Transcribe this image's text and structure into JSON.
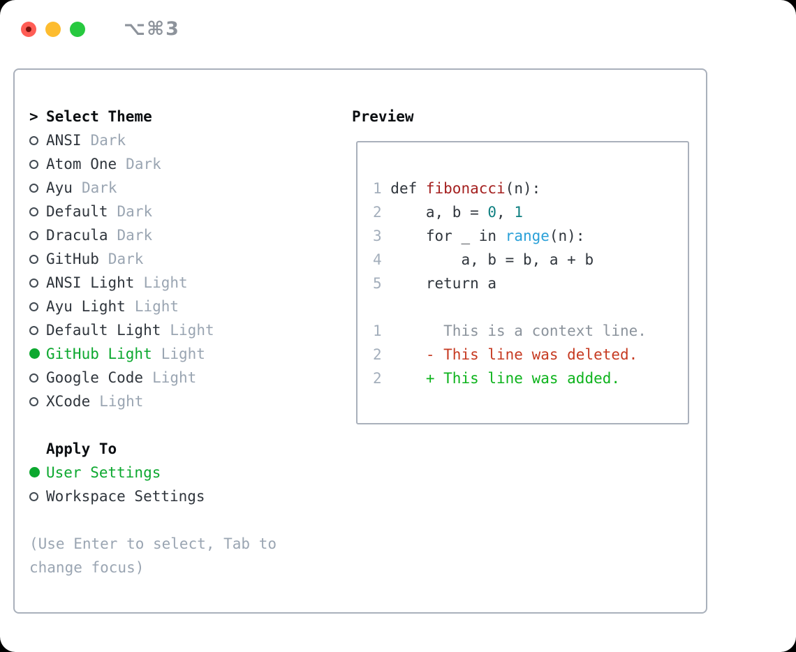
{
  "window": {
    "title": "⌥⌘3",
    "traffic_lights": [
      "close",
      "minimize",
      "zoom"
    ]
  },
  "left_panel": {
    "header": {
      "prefix": ">",
      "label": "Select Theme"
    },
    "themes": [
      {
        "name": "ANSI",
        "variant": "Dark",
        "selected": false
      },
      {
        "name": "Atom One",
        "variant": "Dark",
        "selected": false
      },
      {
        "name": "Ayu",
        "variant": "Dark",
        "selected": false
      },
      {
        "name": "Default",
        "variant": "Dark",
        "selected": false
      },
      {
        "name": "Dracula",
        "variant": "Dark",
        "selected": false
      },
      {
        "name": "GitHub",
        "variant": "Dark",
        "selected": false
      },
      {
        "name": "ANSI Light",
        "variant": "Light",
        "selected": false
      },
      {
        "name": "Ayu Light",
        "variant": "Light",
        "selected": false
      },
      {
        "name": "Default Light",
        "variant": "Light",
        "selected": false
      },
      {
        "name": "GitHub Light",
        "variant": "Light",
        "selected": true
      },
      {
        "name": "Google Code",
        "variant": "Light",
        "selected": false
      },
      {
        "name": "XCode",
        "variant": "Light",
        "selected": false
      }
    ],
    "apply_to": {
      "header": "Apply To",
      "options": [
        {
          "name": "User Settings",
          "selected": true
        },
        {
          "name": "Workspace Settings",
          "selected": false
        }
      ]
    },
    "help_lines": [
      "(Use Enter to select, Tab to",
      "change focus)"
    ]
  },
  "preview": {
    "header": "Preview",
    "lines": [
      [
        {
          "text": "1 ",
          "style": "linenum"
        },
        {
          "text": "def ",
          "style": "code"
        },
        {
          "text": "fibonacci",
          "style": "function"
        },
        {
          "text": "(n):",
          "style": "code"
        }
      ],
      [
        {
          "text": "2 ",
          "style": "linenum"
        },
        {
          "text": "    a, b = ",
          "style": "code"
        },
        {
          "text": "0",
          "style": "number"
        },
        {
          "text": ", ",
          "style": "code"
        },
        {
          "text": "1",
          "style": "number"
        }
      ],
      [
        {
          "text": "3 ",
          "style": "linenum"
        },
        {
          "text": "    for _ in ",
          "style": "code"
        },
        {
          "text": "range",
          "style": "builtin"
        },
        {
          "text": "(n):",
          "style": "code"
        }
      ],
      [
        {
          "text": "4 ",
          "style": "linenum"
        },
        {
          "text": "        a, b = b, a + b",
          "style": "code"
        }
      ],
      [
        {
          "text": "5 ",
          "style": "linenum"
        },
        {
          "text": "    return a",
          "style": "code"
        }
      ],
      [],
      [
        {
          "text": "1",
          "style": "linenum"
        },
        {
          "text": "       This is a context line.",
          "style": "context"
        }
      ],
      [
        {
          "text": "2",
          "style": "linenum"
        },
        {
          "text": "     ",
          "style": "code"
        },
        {
          "text": "- This line was deleted.",
          "style": "deleted"
        }
      ],
      [
        {
          "text": "2",
          "style": "linenum"
        },
        {
          "text": "     ",
          "style": "code"
        },
        {
          "text": "+ This line was added.",
          "style": "added"
        }
      ]
    ]
  },
  "colors": {
    "accent_green": "#0ca82f",
    "added_green": "#0db31c",
    "deleted_red": "#c63a21",
    "function_red": "#a4201f",
    "number_teal": "#0e7f80",
    "builtin_blue": "#2aa0d8",
    "context_gray": "#8b939c",
    "linenum_gray": "#a3aebb",
    "secondary_gray": "#9aa5b2",
    "text_dark": "#2f353c",
    "heading_black": "#0b0e11",
    "border_gray": "#a9b0bb",
    "title_gray": "#8d939b",
    "traffic_red": "#ff5d55",
    "traffic_yellow": "#fdbc2f",
    "traffic_green": "#27c93f"
  }
}
